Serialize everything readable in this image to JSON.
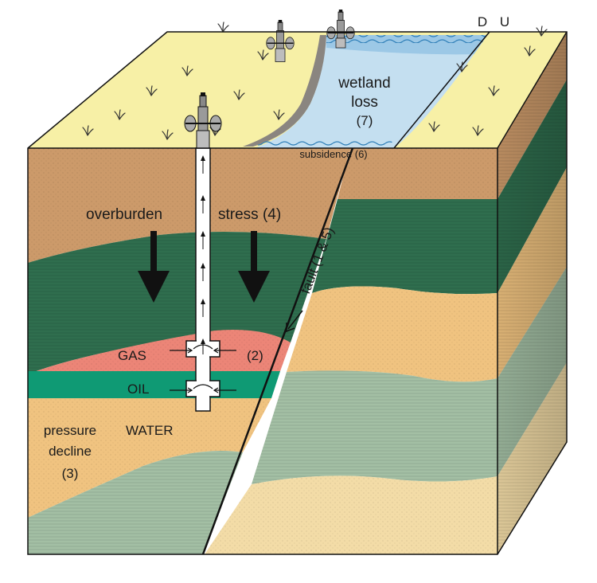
{
  "labels": {
    "wetland": "wetland",
    "loss": "loss",
    "wetland_num": "(7)",
    "subsidence": "subsidence (6)",
    "overburden": "overburden",
    "stress": "stress (4)",
    "fault": "fault (1 & 5)",
    "gas": "GAS",
    "gas_num": "(2)",
    "oil": "OIL",
    "water": "WATER",
    "pressure": "pressure",
    "decline": "decline",
    "pressure_num": "(3)",
    "d": "D",
    "u": "U"
  },
  "colors": {
    "surface": "#f7f0a6",
    "water": "#c4dff0",
    "water_line": "#2f7fb8",
    "brown_layer": "#cc9a6a",
    "dark_green_layer": "#2f6e4e",
    "light_green_layer": "#a3bfa4",
    "tan_layer": "#f0c380",
    "light_tan_layer": "#f3dca7",
    "gas": "#ec8577",
    "oil": "#0f9a74",
    "outline": "#111111"
  },
  "icons": [
    "wellhead-icon",
    "grass-tuft-icon",
    "stress-arrow-icon",
    "flow-arrow-icon"
  ]
}
